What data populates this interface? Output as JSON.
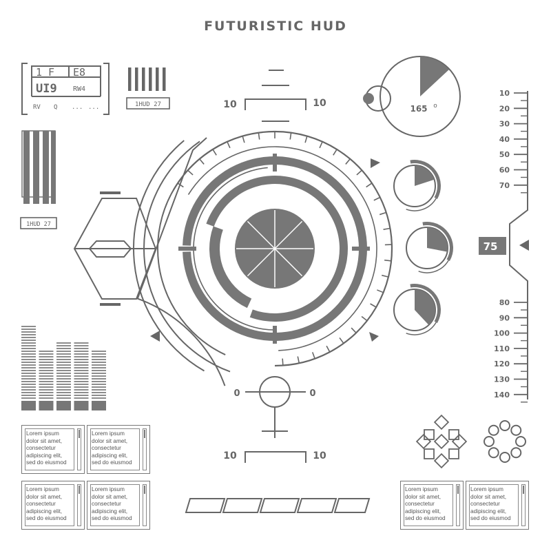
{
  "title": "FUTURISTIC HUD",
  "colors": {
    "primary": "#666666",
    "fill": "#777777",
    "background": "#ffffff"
  },
  "info_panel": {
    "row1_left": "1 F",
    "row1_right": "E8",
    "row2_left": "UI9",
    "row2_right": "RW4",
    "row3_a": "RV",
    "row3_b": "Q",
    "row3_c": "...",
    "row3_d": "..."
  },
  "tags": {
    "top": "1HUD 27",
    "left": "1HUD 27"
  },
  "crosshair": {
    "top_left": "10",
    "top_right": "10",
    "mid_left": "0",
    "mid_right": "0",
    "bottom_left": "10",
    "bottom_right": "10"
  },
  "compass": {
    "heading": "165",
    "unit": "o"
  },
  "scale": {
    "upper_ticks": [
      "10",
      "20",
      "30",
      "40",
      "50",
      "60",
      "70"
    ],
    "lower_ticks": [
      "80",
      "90",
      "100",
      "110",
      "120",
      "130",
      "140"
    ],
    "current": "75",
    "pointer_icon": "triangle-left-icon"
  },
  "gauges": [
    {
      "level": 0.2
    },
    {
      "level": 0.28
    },
    {
      "level": 0.38
    }
  ],
  "equalizer": [
    {
      "level": 1.0
    },
    {
      "level": 0.7
    },
    {
      "level": 0.8
    },
    {
      "level": 0.78
    },
    {
      "level": 0.7
    }
  ],
  "cards": [
    {
      "text": "Lorem ipsum\ndolor sit amet,\nconsectetur\nadipiscing elit,\nsed do eiusmod"
    },
    {
      "text": "Lorem ipsum\ndolor sit amet,\nconsectetur\nadipiscing elit,\nsed do eiusmod"
    },
    {
      "text": "Lorem ipsum\ndolor sit amet,\nconsectetur\nadipiscing elit,\nsed do eiusmod"
    },
    {
      "text": "Lorem ipsum\ndolor sit amet,\nconsectetur\nadipiscing elit,\nsed do eiusmod"
    },
    {
      "text": "Lorem ipsum\ndolor sit amet,\nconsectetur\nadipiscing elit,\nsed do eiusmod"
    },
    {
      "text": "Lorem ipsum\ndolor sit amet,\nconsectetur\nadipiscing elit,\nsed do eiusmod"
    }
  ],
  "icons": [
    "crosshair-icon",
    "compass-icon",
    "diamond-cluster-icon",
    "ring-dots-icon",
    "hexagon-emitter-icon"
  ]
}
